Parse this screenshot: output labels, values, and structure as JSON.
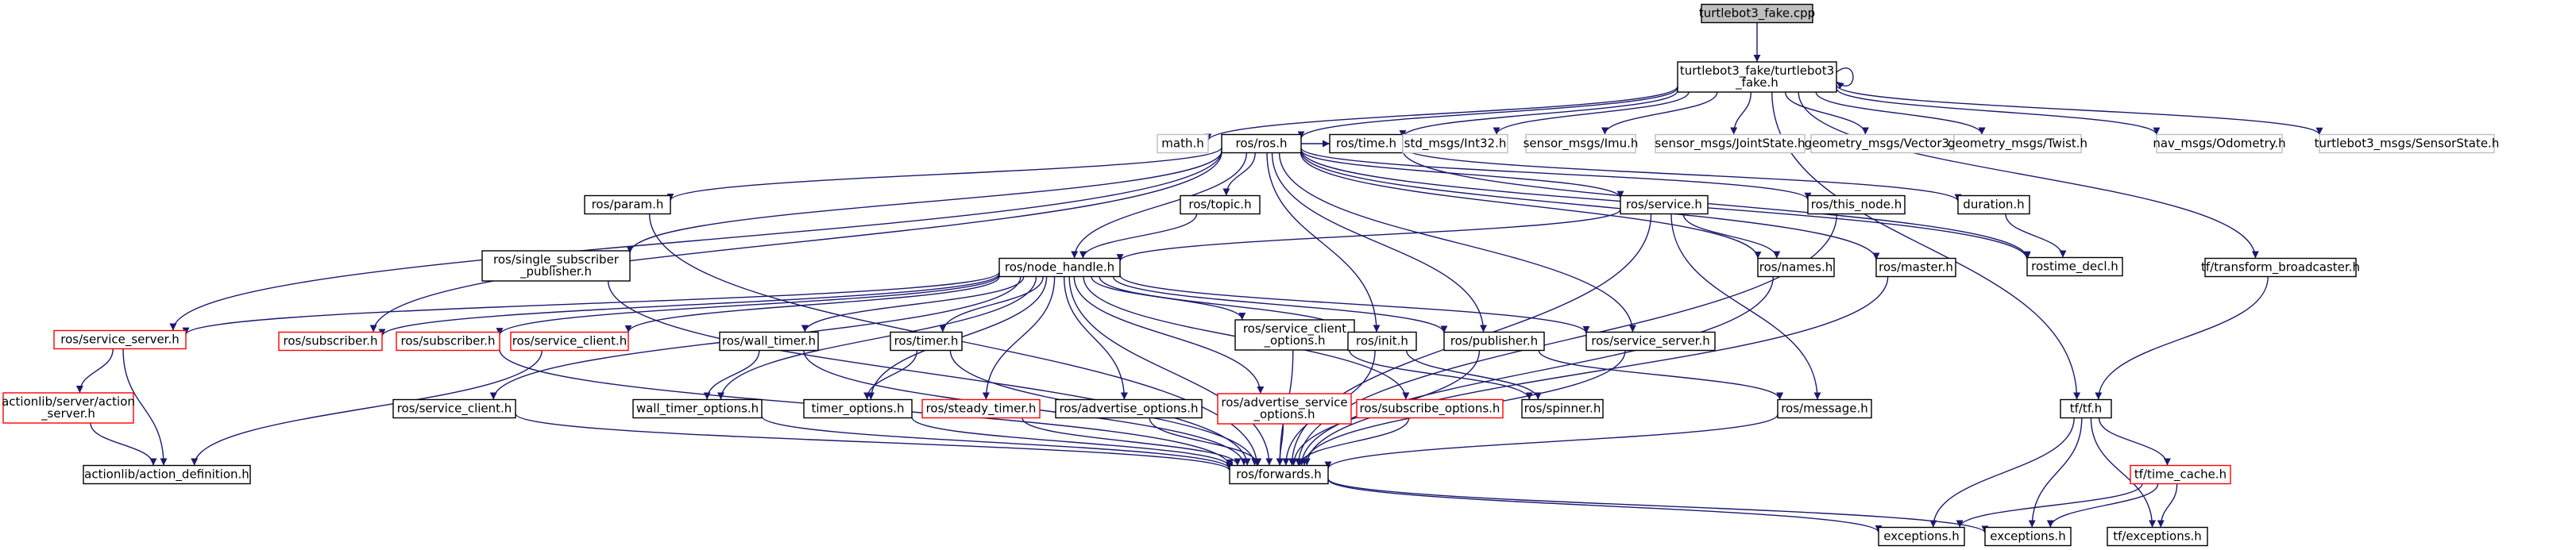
{
  "page": {
    "title": "turtlebot3_fake.cpp"
  },
  "colors": {
    "edge": "#191970",
    "node_border": "#000000",
    "external_border": "#bfbfbf",
    "missing_border": "#ff0000",
    "root_fill": "#bfbfbf",
    "node_fill": "#ffffff"
  },
  "nodes": [
    {
      "id": "root",
      "lines": [
        "turtlebot3_fake.cpp"
      ],
      "style": "root"
    },
    {
      "id": "fake_h",
      "lines": [
        "turtlebot3_fake/turtlebot3",
        "_fake.h"
      ],
      "style": "normal"
    },
    {
      "id": "math",
      "lines": [
        "math.h"
      ],
      "style": "external"
    },
    {
      "id": "ros",
      "lines": [
        "ros/ros.h"
      ],
      "style": "normal"
    },
    {
      "id": "time",
      "lines": [
        "ros/time.h"
      ],
      "style": "normal"
    },
    {
      "id": "int32",
      "lines": [
        "std_msgs/Int32.h"
      ],
      "style": "external"
    },
    {
      "id": "imu",
      "lines": [
        "sensor_msgs/Imu.h"
      ],
      "style": "external"
    },
    {
      "id": "jointstate",
      "lines": [
        "sensor_msgs/JointState.h"
      ],
      "style": "external"
    },
    {
      "id": "vector3",
      "lines": [
        "geometry_msgs/Vector3.h"
      ],
      "style": "external"
    },
    {
      "id": "twist",
      "lines": [
        "geometry_msgs/Twist.h"
      ],
      "style": "external"
    },
    {
      "id": "odometry",
      "lines": [
        "nav_msgs/Odometry.h"
      ],
      "style": "external"
    },
    {
      "id": "sensorstate",
      "lines": [
        "turtlebot3_msgs/SensorState.h"
      ],
      "style": "external"
    },
    {
      "id": "param",
      "lines": [
        "ros/param.h"
      ],
      "style": "normal"
    },
    {
      "id": "single_sub",
      "lines": [
        "ros/single_subscriber",
        "_publisher.h"
      ],
      "style": "normal"
    },
    {
      "id": "topic",
      "lines": [
        "ros/topic.h"
      ],
      "style": "normal"
    },
    {
      "id": "service",
      "lines": [
        "ros/service.h"
      ],
      "style": "normal"
    },
    {
      "id": "this_node",
      "lines": [
        "ros/this_node.h"
      ],
      "style": "normal"
    },
    {
      "id": "duration",
      "lines": [
        "duration.h"
      ],
      "style": "normal"
    },
    {
      "id": "rostime_decl",
      "lines": [
        "rostime_decl.h"
      ],
      "style": "normal"
    },
    {
      "id": "names",
      "lines": [
        "ros/names.h"
      ],
      "style": "normal"
    },
    {
      "id": "master",
      "lines": [
        "ros/master.h"
      ],
      "style": "normal"
    },
    {
      "id": "tf_broadcaster",
      "lines": [
        "tf/transform_broadcaster.h"
      ],
      "style": "normal"
    },
    {
      "id": "node_handle",
      "lines": [
        "ros/node_handle.h"
      ],
      "style": "normal"
    },
    {
      "id": "service_server_red",
      "lines": [
        "ros/service_server.h"
      ],
      "style": "missing"
    },
    {
      "id": "subscriber_red1",
      "lines": [
        "ros/subscriber.h"
      ],
      "style": "missing"
    },
    {
      "id": "subscriber_red2",
      "lines": [
        "ros/subscriber.h"
      ],
      "style": "missing"
    },
    {
      "id": "service_client_red",
      "lines": [
        "ros/service_client.h"
      ],
      "style": "missing"
    },
    {
      "id": "wall_timer",
      "lines": [
        "ros/wall_timer.h"
      ],
      "style": "normal"
    },
    {
      "id": "timer",
      "lines": [
        "ros/timer.h"
      ],
      "style": "normal"
    },
    {
      "id": "sc_options",
      "lines": [
        "ros/service_client",
        "_options.h"
      ],
      "style": "normal"
    },
    {
      "id": "init",
      "lines": [
        "ros/init.h"
      ],
      "style": "normal"
    },
    {
      "id": "publisher",
      "lines": [
        "ros/publisher.h"
      ],
      "style": "normal"
    },
    {
      "id": "service_server",
      "lines": [
        "ros/service_server.h"
      ],
      "style": "normal"
    },
    {
      "id": "action_server",
      "lines": [
        "actionlib/server/action",
        "_server.h"
      ],
      "style": "missing"
    },
    {
      "id": "service_client",
      "lines": [
        "ros/service_client.h"
      ],
      "style": "normal"
    },
    {
      "id": "wall_timer_options",
      "lines": [
        "wall_timer_options.h"
      ],
      "style": "normal"
    },
    {
      "id": "timer_options",
      "lines": [
        "timer_options.h"
      ],
      "style": "normal"
    },
    {
      "id": "steady_timer",
      "lines": [
        "ros/steady_timer.h"
      ],
      "style": "missing"
    },
    {
      "id": "advertise_options",
      "lines": [
        "ros/advertise_options.h"
      ],
      "style": "normal"
    },
    {
      "id": "adv_service_options",
      "lines": [
        "ros/advertise_service",
        "_options.h"
      ],
      "style": "missing"
    },
    {
      "id": "subscribe_options",
      "lines": [
        "ros/subscribe_options.h"
      ],
      "style": "missing"
    },
    {
      "id": "spinner",
      "lines": [
        "ros/spinner.h"
      ],
      "style": "normal"
    },
    {
      "id": "message",
      "lines": [
        "ros/message.h"
      ],
      "style": "normal"
    },
    {
      "id": "tf",
      "lines": [
        "tf/tf.h"
      ],
      "style": "normal"
    },
    {
      "id": "time_cache",
      "lines": [
        "tf/time_cache.h"
      ],
      "style": "missing"
    },
    {
      "id": "action_definition",
      "lines": [
        "actionlib/action_definition.h"
      ],
      "style": "normal"
    },
    {
      "id": "forwards",
      "lines": [
        "ros/forwards.h"
      ],
      "style": "normal"
    },
    {
      "id": "exceptions1",
      "lines": [
        "exceptions.h"
      ],
      "style": "normal"
    },
    {
      "id": "exceptions2",
      "lines": [
        "exceptions.h"
      ],
      "style": "normal"
    },
    {
      "id": "tf_exceptions",
      "lines": [
        "tf/exceptions.h"
      ],
      "style": "normal"
    }
  ],
  "edges": [
    [
      "root",
      "fake_h"
    ],
    [
      "fake_h",
      "fake_h"
    ],
    [
      "fake_h",
      "math"
    ],
    [
      "fake_h",
      "ros"
    ],
    [
      "fake_h",
      "time"
    ],
    [
      "fake_h",
      "int32"
    ],
    [
      "fake_h",
      "imu"
    ],
    [
      "fake_h",
      "jointstate"
    ],
    [
      "fake_h",
      "vector3"
    ],
    [
      "fake_h",
      "twist"
    ],
    [
      "fake_h",
      "odometry"
    ],
    [
      "fake_h",
      "sensorstate"
    ],
    [
      "fake_h",
      "tf_broadcaster"
    ],
    [
      "fake_h",
      "tf"
    ],
    [
      "ros",
      "time"
    ],
    [
      "ros",
      "param"
    ],
    [
      "ros",
      "single_sub"
    ],
    [
      "ros",
      "topic"
    ],
    [
      "ros",
      "service"
    ],
    [
      "ros",
      "this_node"
    ],
    [
      "ros",
      "names"
    ],
    [
      "ros",
      "master"
    ],
    [
      "ros",
      "node_handle"
    ],
    [
      "ros",
      "service_server_red"
    ],
    [
      "ros",
      "subscriber_red1"
    ],
    [
      "ros",
      "init"
    ],
    [
      "ros",
      "publisher"
    ],
    [
      "ros",
      "service_server"
    ],
    [
      "ros",
      "rostime_decl"
    ],
    [
      "time",
      "duration"
    ],
    [
      "time",
      "rostime_decl"
    ],
    [
      "duration",
      "rostime_decl"
    ],
    [
      "param",
      "forwards"
    ],
    [
      "single_sub",
      "forwards"
    ],
    [
      "topic",
      "node_handle"
    ],
    [
      "service",
      "node_handle"
    ],
    [
      "service",
      "names"
    ],
    [
      "service",
      "message"
    ],
    [
      "service",
      "forwards"
    ],
    [
      "this_node",
      "forwards"
    ],
    [
      "names",
      "forwards"
    ],
    [
      "master",
      "forwards"
    ],
    [
      "tf_broadcaster",
      "tf"
    ],
    [
      "node_handle",
      "service_server_red"
    ],
    [
      "node_handle",
      "subscriber_red1"
    ],
    [
      "node_handle",
      "subscriber_red2"
    ],
    [
      "node_handle",
      "service_client_red"
    ],
    [
      "node_handle",
      "wall_timer"
    ],
    [
      "node_handle",
      "timer"
    ],
    [
      "node_handle",
      "sc_options"
    ],
    [
      "node_handle",
      "init"
    ],
    [
      "node_handle",
      "publisher"
    ],
    [
      "node_handle",
      "service_server"
    ],
    [
      "node_handle",
      "service_client"
    ],
    [
      "node_handle",
      "wall_timer_options"
    ],
    [
      "node_handle",
      "timer_options"
    ],
    [
      "node_handle",
      "steady_timer"
    ],
    [
      "node_handle",
      "advertise_options"
    ],
    [
      "node_handle",
      "adv_service_options"
    ],
    [
      "node_handle",
      "subscribe_options"
    ],
    [
      "node_handle",
      "forwards"
    ],
    [
      "service_server_red",
      "action_server"
    ],
    [
      "service_server_red",
      "action_definition"
    ],
    [
      "subscriber_red2",
      "forwards"
    ],
    [
      "service_client_red",
      "action_definition"
    ],
    [
      "wall_timer",
      "wall_timer_options"
    ],
    [
      "wall_timer",
      "forwards"
    ],
    [
      "timer",
      "timer_options"
    ],
    [
      "timer",
      "forwards"
    ],
    [
      "sc_options",
      "forwards"
    ],
    [
      "sc_options",
      "spinner"
    ],
    [
      "init",
      "forwards"
    ],
    [
      "init",
      "spinner"
    ],
    [
      "publisher",
      "message"
    ],
    [
      "publisher",
      "forwards"
    ],
    [
      "service_server",
      "forwards"
    ],
    [
      "action_server",
      "action_definition"
    ],
    [
      "service_client",
      "forwards"
    ],
    [
      "wall_timer_options",
      "forwards"
    ],
    [
      "timer_options",
      "forwards"
    ],
    [
      "steady_timer",
      "forwards"
    ],
    [
      "advertise_options",
      "forwards"
    ],
    [
      "adv_service_options",
      "forwards"
    ],
    [
      "subscribe_options",
      "forwards"
    ],
    [
      "message",
      "forwards"
    ],
    [
      "tf",
      "time_cache"
    ],
    [
      "tf",
      "exceptions1"
    ],
    [
      "tf",
      "exceptions2"
    ],
    [
      "tf",
      "tf_exceptions"
    ],
    [
      "time_cache",
      "exceptions1"
    ],
    [
      "time_cache",
      "exceptions2"
    ],
    [
      "time_cache",
      "tf_exceptions"
    ],
    [
      "forwards",
      "exceptions1"
    ],
    [
      "forwards",
      "exceptions2"
    ]
  ]
}
